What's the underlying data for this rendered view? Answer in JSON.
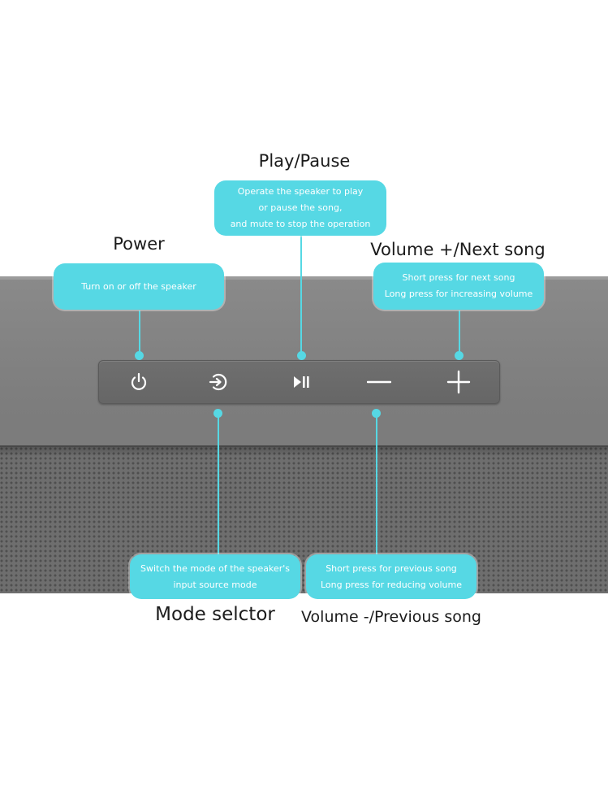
{
  "accent_color": "#56d8e4",
  "controls": {
    "power": {
      "title": "Power",
      "description": [
        "Turn on or off  the speaker"
      ],
      "icon": "power-icon"
    },
    "play_pause": {
      "title": "Play/Pause",
      "description": [
        "Operate the speaker to play",
        "or pause the song,",
        "and mute to stop the operation"
      ],
      "icon": "play-pause-icon"
    },
    "volume_up": {
      "title": "Volume +/Next song",
      "description": [
        "Short press for next song",
        "Long press for increasing volume"
      ],
      "icon": "plus-icon"
    },
    "mode": {
      "title": "Mode selctor",
      "description": [
        "Switch the mode of the speaker's",
        "input source  mode"
      ],
      "icon": "mode-input-icon"
    },
    "volume_down": {
      "title": "Volume -/Previous song",
      "description": [
        "Short press for previous song",
        "Long press for reducing volume"
      ],
      "icon": "minus-icon"
    }
  }
}
